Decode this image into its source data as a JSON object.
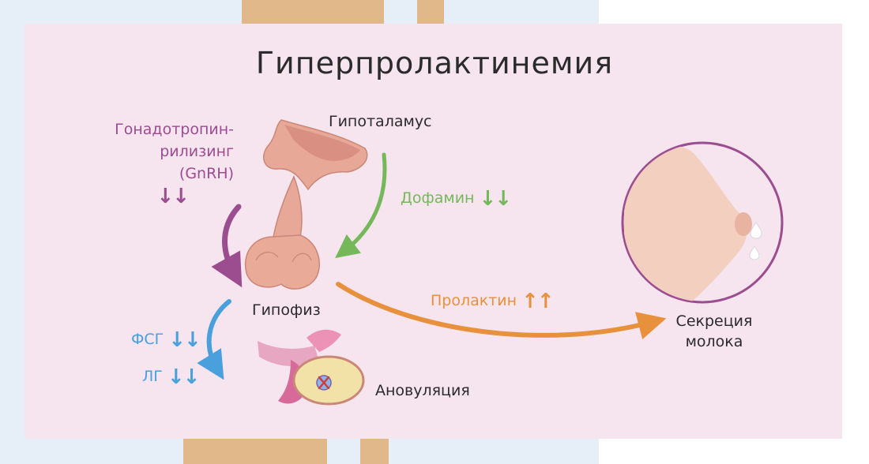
{
  "diagram": {
    "title": "Гиперпролактинемия",
    "labels": {
      "hypothalamus": "Гипоталамус",
      "pituitary": "Гипофиз",
      "anovulation": "Ановуляция",
      "milk_secretion_line1": "Секреция",
      "milk_secretion_line2": "молока"
    },
    "gnrh": {
      "line1": "Гонадотропин-",
      "line2": "рилизинг",
      "line3": "(GnRH)",
      "arrows": "↓↓"
    },
    "dopamine": {
      "label": "Дофамин",
      "arrows": "↓↓"
    },
    "prolactin": {
      "label": "Пролактин",
      "arrows": "↑↑"
    },
    "fsh": {
      "label": "ФСГ",
      "arrows": "↓↓"
    },
    "lh": {
      "label": "ЛГ",
      "arrows": "↓↓"
    },
    "colors": {
      "panel": "#f6e4ef",
      "gnrh": "#9b4d8f",
      "dopamine": "#74b85a",
      "prolactin": "#e8913d",
      "gonadotropins": "#4a9fdd",
      "breast_ring": "#9b4d8f"
    }
  }
}
